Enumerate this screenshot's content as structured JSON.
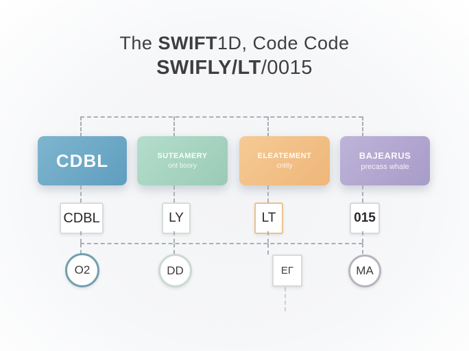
{
  "title": {
    "line1": {
      "pre": "The ",
      "swift": "SWIFT",
      "mid": "1D, ",
      "rest": "Code Code"
    },
    "line2": {
      "bold": "SWIFLY/LT",
      "tail": "/0015"
    }
  },
  "columns": [
    {
      "box": {
        "label": "CDBL",
        "sub": "",
        "color": "#6fa9c6"
      },
      "code": {
        "value": "CDBL",
        "border_color": "#d7dbdf"
      },
      "shape": {
        "kind": "circle",
        "label": "O2",
        "border_color": "#6fa0ae"
      }
    },
    {
      "box": {
        "label": "SUTEAMERY",
        "sub": "ont boory",
        "color": "#a6d3c1"
      },
      "code": {
        "value": "LY",
        "border_color": "#d3dcd8"
      },
      "shape": {
        "kind": "circle",
        "label": "DD",
        "border_color": "#ccd9d3"
      }
    },
    {
      "box": {
        "label": "ELEATEMENT",
        "sub": "cntity",
        "color": "#f2bf85"
      },
      "code": {
        "value": "LT",
        "border_color": "#e9c28c"
      },
      "shape": {
        "kind": "square",
        "label": "EΓ",
        "border_color": "#dadada"
      }
    },
    {
      "box": {
        "label": "BAJEARUS",
        "sub": "precass whale",
        "color": "#b2a7d0"
      },
      "code": {
        "value": "015",
        "border_color": "#d5d9dc"
      },
      "shape": {
        "kind": "circle",
        "label": "MA",
        "border_color": "#b7b4c0"
      }
    }
  ],
  "connector_color": "#a9aeb4"
}
